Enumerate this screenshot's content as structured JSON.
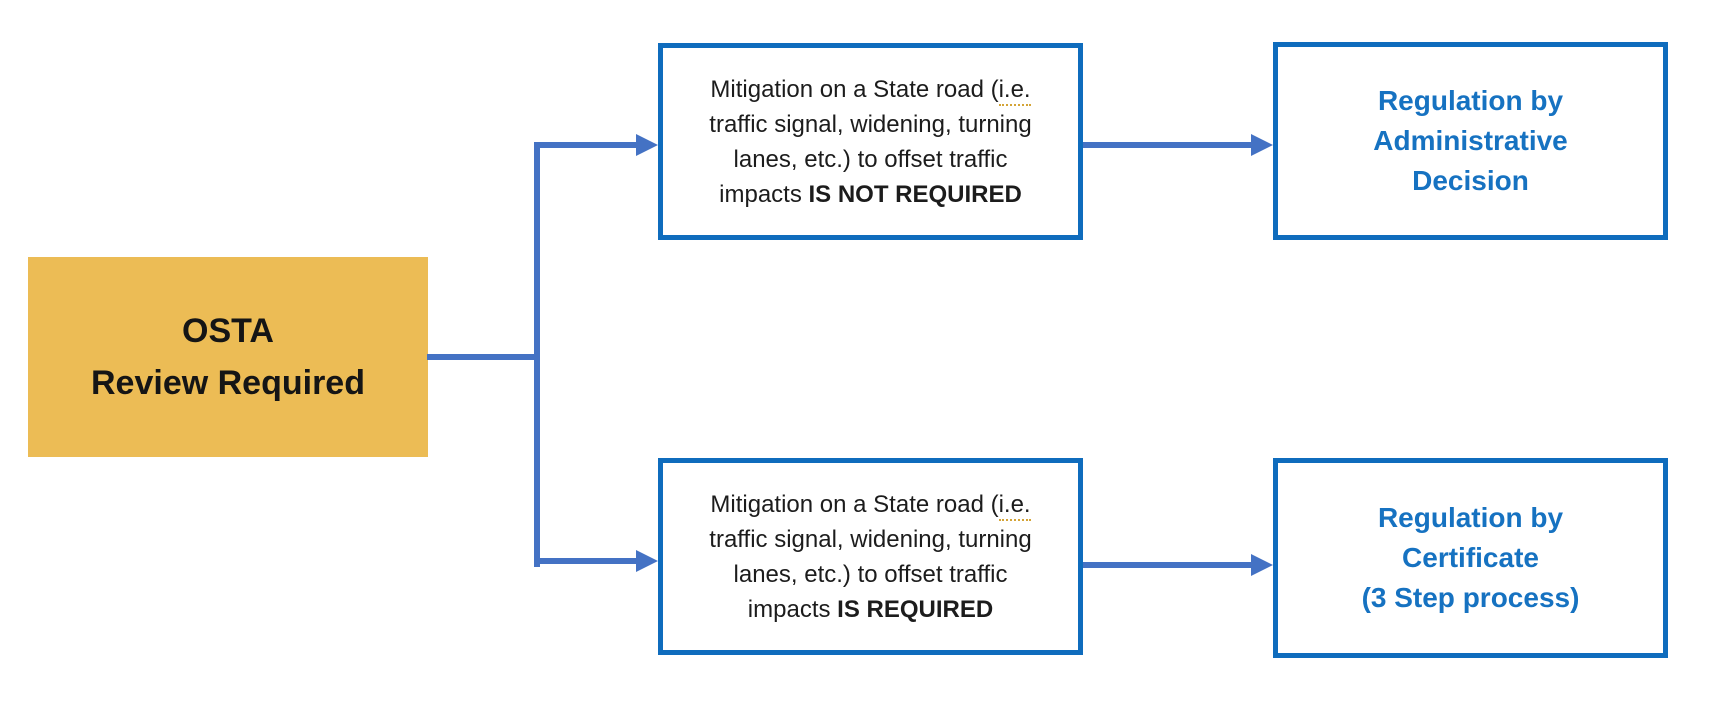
{
  "colors": {
    "box_border_blue": "#0F6CBD",
    "outcome_text_blue": "#1672C1",
    "connector_blue": "#4472C4",
    "start_box_fill_gold": "#ECBC55",
    "condition_text_black": "#1c1c1c",
    "ie_proofing_underline_gold": "#D4A437",
    "background": "#ffffff"
  },
  "flowchart": {
    "start_box": {
      "lines": [
        "OSTA",
        "Review Required"
      ]
    },
    "branch_top": {
      "condition_box": {
        "line1_pre": "Mitigation on a State road (",
        "line1_ie": "i.e.",
        "line2": "traffic signal, widening, turning",
        "line3": "lanes, etc.) to offset traffic",
        "line4_normal": "impacts ",
        "line4_bold": "IS NOT REQUIRED"
      },
      "outcome_box": {
        "lines": [
          "Regulation by",
          "Administrative",
          "Decision"
        ]
      }
    },
    "branch_bottom": {
      "condition_box": {
        "line1_pre": "Mitigation on a State road (",
        "line1_ie": "i.e.",
        "line2": "traffic signal, widening, turning",
        "line3": "lanes, etc.) to offset traffic",
        "line4_normal": "impacts ",
        "line4_bold": "IS REQUIRED"
      },
      "outcome_box": {
        "lines": [
          "Regulation by",
          "Certificate",
          "(3 Step process)"
        ]
      }
    }
  }
}
